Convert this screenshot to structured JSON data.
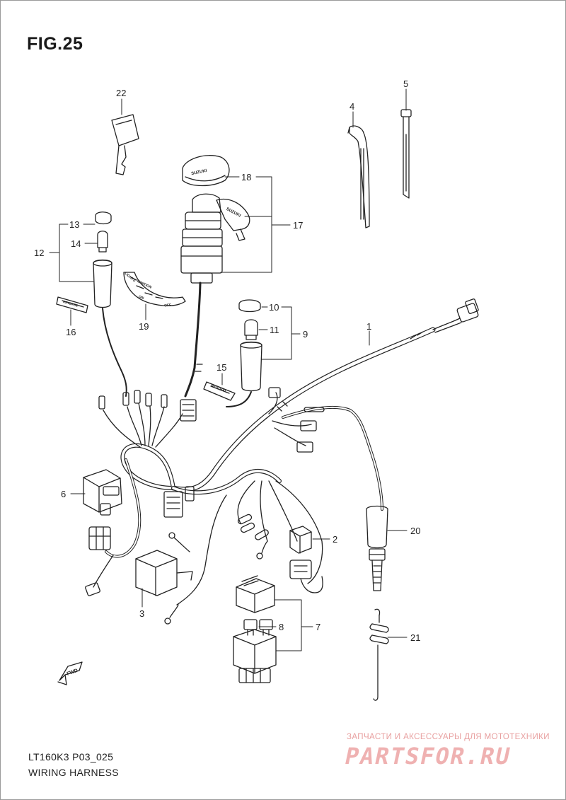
{
  "figure": {
    "title": "FIG.25",
    "model_code": "LT160K3 P03_025",
    "subtitle": "WIRING HARNESS"
  },
  "callouts": [
    "1",
    "2",
    "3",
    "4",
    "5",
    "6",
    "7",
    "8",
    "9",
    "10",
    "11",
    "12",
    "13",
    "14",
    "15",
    "16",
    "17",
    "18",
    "19",
    "20",
    "21",
    "22"
  ],
  "part_labels": {
    "ignition_cap": "SUZUKI",
    "key_fob": "SUZUKI",
    "fwd_arrow": "FWD",
    "ign_plate_on": "ON",
    "ign_plate_off": "OFF",
    "ign_plate_lights": "LIGHTS",
    "ign_plate_ignition": "IGNITION",
    "neutral_label": "NEUTRAL",
    "reverse_label": "REVERSE"
  },
  "watermark": {
    "tagline": "ЗАПЧАСТИ И АКСЕССУАРЫ ДЛЯ МОТОТЕХНИКИ",
    "brand": "PARTSFOR.RU"
  },
  "colors": {
    "line": "#222222",
    "watermark": "#efb1b1"
  }
}
